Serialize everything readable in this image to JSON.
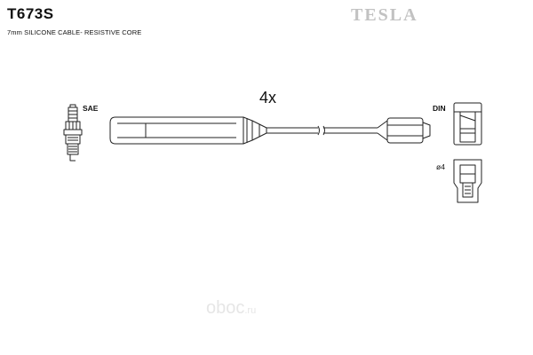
{
  "header": {
    "part_code": "T673S",
    "subtitle": "7mm SILICONE CABLE- RESISTIVE CORE",
    "brand": "TESLA"
  },
  "diagram": {
    "quantity": "4x",
    "plug_standard": "SAE",
    "connector_type": "DIN",
    "pin_diameter": "ø4"
  },
  "watermark": {
    "name": "oboc",
    "domain": ".ru"
  },
  "colors": {
    "line": "#222222",
    "fill": "#ffffff",
    "brand": "#c2c2c2",
    "watermark": "#e6e6e6"
  }
}
